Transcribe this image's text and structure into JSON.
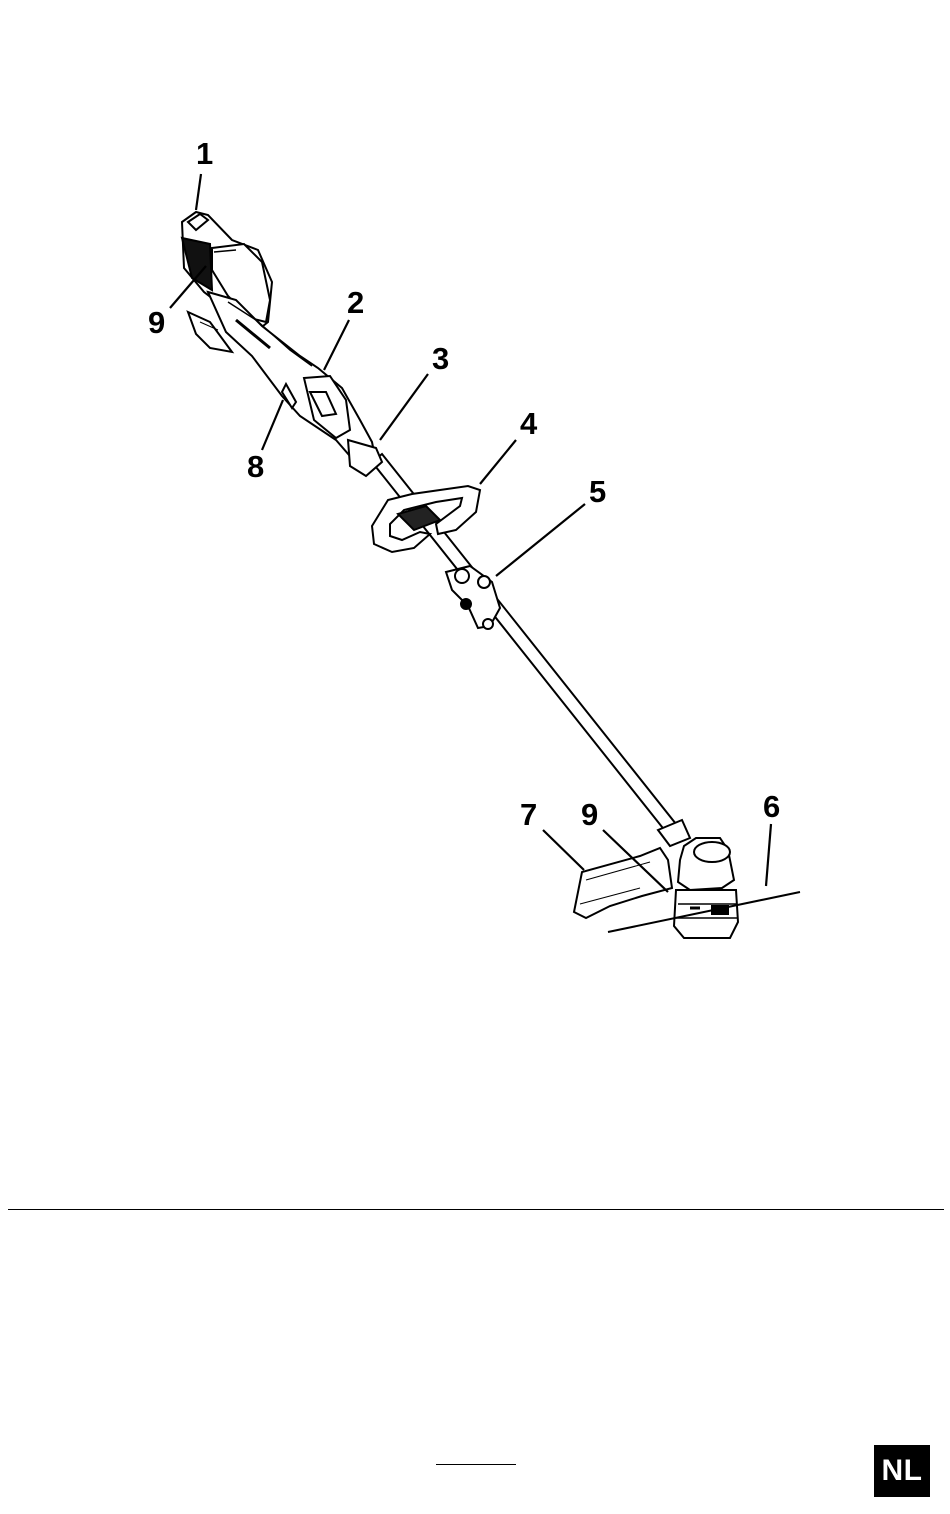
{
  "figure": {
    "callouts": {
      "c1": "1",
      "c2": "2",
      "c3": "3",
      "c4": "4",
      "c5": "5",
      "c6": "6",
      "c7": "7",
      "c8": "8",
      "c9_top": "9",
      "c9_bottom": "9"
    }
  },
  "footer": {
    "language_badge": "NL"
  }
}
